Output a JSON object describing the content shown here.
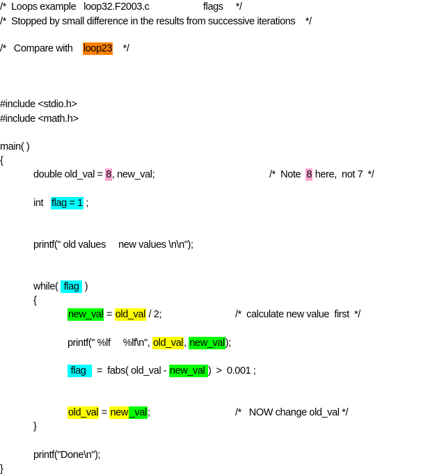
{
  "colors": {
    "orange": "#ff8000",
    "pink": "#ffa6d2",
    "cyan": "#00ffff",
    "yellow": "#ffff00",
    "green": "#00ff00"
  },
  "lines": [
    {
      "code": [
        {
          "t": "/*  Loops example   loop32.F2003.c"
        }
      ],
      "comment": [
        {
          "t": "flags     */"
        }
      ]
    },
    {
      "code": [
        {
          "t": "/*  Stopped by small difference in the results from successive iterations    */"
        }
      ]
    },
    {
      "code": [
        {
          "t": "/*   Compare with    "
        },
        {
          "t": "loop23",
          "hl": "orange"
        },
        {
          "t": "    */"
        }
      ]
    },
    {
      "code": [
        {
          "t": "#include <stdio.h>"
        }
      ]
    },
    {
      "code": [
        {
          "t": "#include <math.h>"
        }
      ]
    },
    {
      "code": [
        {
          "t": "main( )"
        }
      ]
    },
    {
      "code": [
        {
          "t": "{"
        }
      ]
    },
    {
      "code": [
        {
          "t": "double old_val = "
        },
        {
          "t": "8",
          "hl": "pink"
        },
        {
          "t": ", new_val;"
        }
      ],
      "comment": [
        {
          "t": "/*  Note  "
        },
        {
          "t": "8",
          "hl": "pink"
        },
        {
          "t": " here,  not 7  */"
        }
      ]
    },
    {
      "code": [
        {
          "t": "int   "
        },
        {
          "t": "flag = 1",
          "hl": "cyan"
        },
        {
          "t": " ;"
        }
      ]
    },
    {
      "code": [
        {
          "t": "printf(\" old values     new values \\n\\n\");"
        }
      ]
    },
    {
      "code": [
        {
          "t": "while( "
        },
        {
          "t": " flag ",
          "hl": "cyan"
        },
        {
          "t": " )"
        }
      ]
    },
    {
      "code": [
        {
          "t": "{"
        }
      ]
    },
    {
      "code": [
        {
          "t": "new_val",
          "hl": "green"
        },
        {
          "t": " = "
        },
        {
          "t": "old_val",
          "hl": "yellow"
        },
        {
          "t": " / 2;"
        }
      ],
      "comment": [
        {
          "t": "/*  calculate new value  first  */"
        }
      ]
    },
    {
      "code": [
        {
          "t": "printf(\" %lf     %lf\\n\", "
        },
        {
          "t": "old_val",
          "hl": "yellow"
        },
        {
          "t": ", "
        },
        {
          "t": "new_val",
          "hl": "green"
        },
        {
          "t": ");"
        }
      ]
    },
    {
      "code": [
        {
          "t": " flag  ",
          "hl": "cyan"
        },
        {
          "t": "  =  fabs( old_val - "
        },
        {
          "t": "new_val ",
          "hl": "green"
        },
        {
          "t": ")  >  0.001 ;"
        }
      ]
    },
    {
      "code": [
        {
          "t": "old_val",
          "hl": "yellow"
        },
        {
          "t": " = "
        },
        {
          "t": "new",
          "hl": "yellow"
        },
        {
          "t": "_val",
          "hl": "green"
        },
        {
          "t": ";"
        }
      ],
      "comment": [
        {
          "t": "/*   NOW change old_val */"
        }
      ]
    },
    {
      "code": [
        {
          "t": "}"
        }
      ]
    },
    {
      "code": [
        {
          "t": "printf(\"Done\\n\");"
        }
      ]
    },
    {
      "code": [
        {
          "t": "}"
        }
      ]
    }
  ]
}
